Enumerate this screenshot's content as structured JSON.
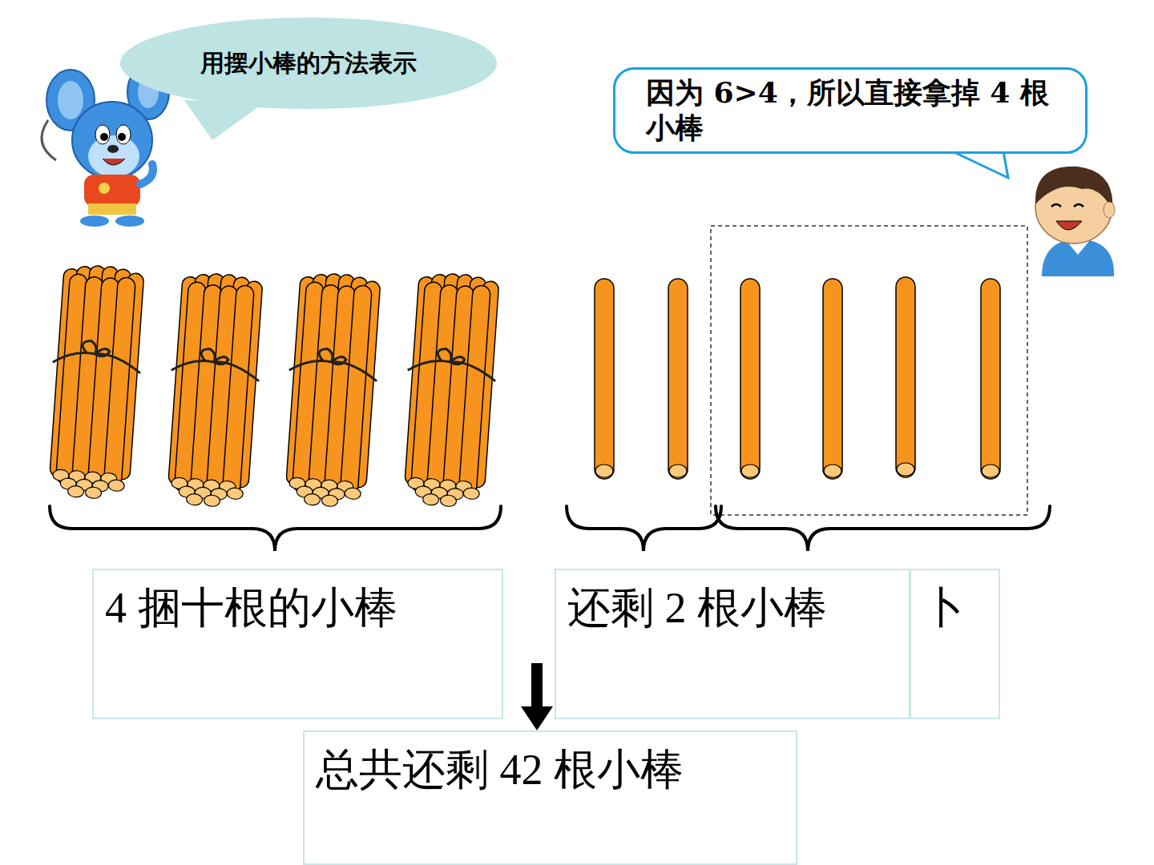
{
  "diagram": {
    "nodes": [
      {
        "text": [
          "用摆小棒的方法表示"
        ]
      },
      {
        "text": [
          "因为 6>4，所以直接拿掉 4 根小棒"
        ]
      },
      {
        "text": [
          "4 捆十根的小棒"
        ]
      },
      {
        "text": [
          "还剩 2 根小棒"
        ]
      },
      {
        "text": [
          "卜"
        ]
      },
      {
        "text": [
          "总共还剩 42 根小棒"
        ]
      }
    ],
    "edges": [
      {
        "from": 2,
        "to": 5,
        "arrow": "to"
      }
    ]
  }
}
